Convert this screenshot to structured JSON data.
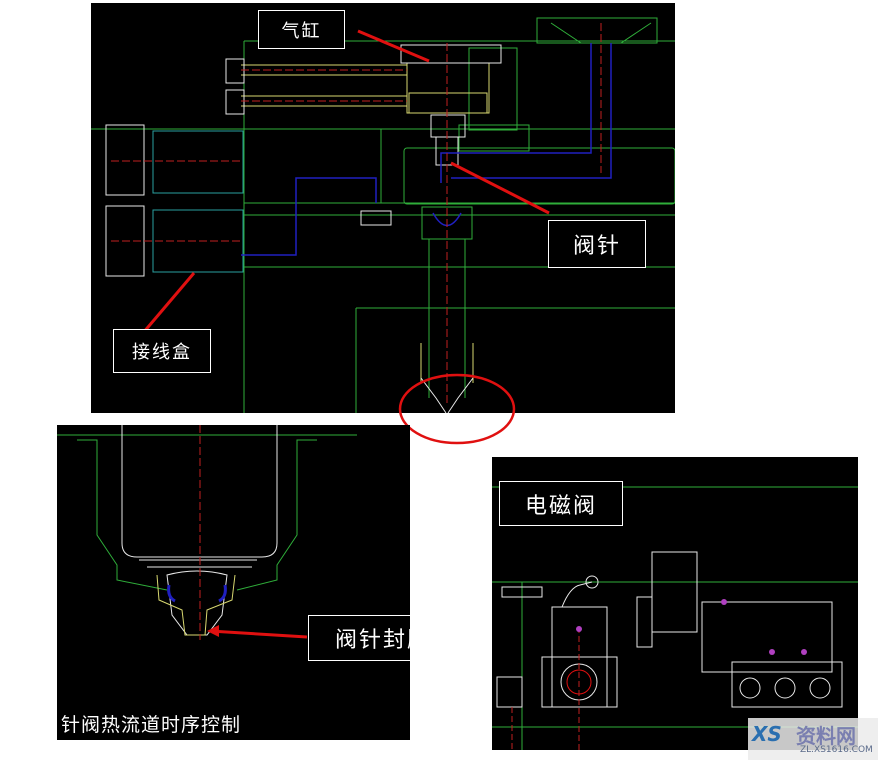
{
  "top_panel": {
    "labels": {
      "cylinder": "气缸",
      "valve_pin": "阀针",
      "junction_box": "接线盒"
    }
  },
  "detail_panel": {
    "label": "阀针封胶位",
    "caption": "针阀热流道时序控制"
  },
  "solenoid_panel": {
    "label": "电磁阀"
  },
  "watermark": {
    "logo": "XS",
    "name": "资料网",
    "url": "ZL.XS1616.COM"
  },
  "colors": {
    "background": "#000000",
    "cad_green": "#2fae3a",
    "cad_yellow": "#d8d870",
    "cad_white": "#e8e8e8",
    "cad_blue": "#2020c0",
    "centerline_red": "#c02020",
    "annotation_red": "#e01010"
  }
}
